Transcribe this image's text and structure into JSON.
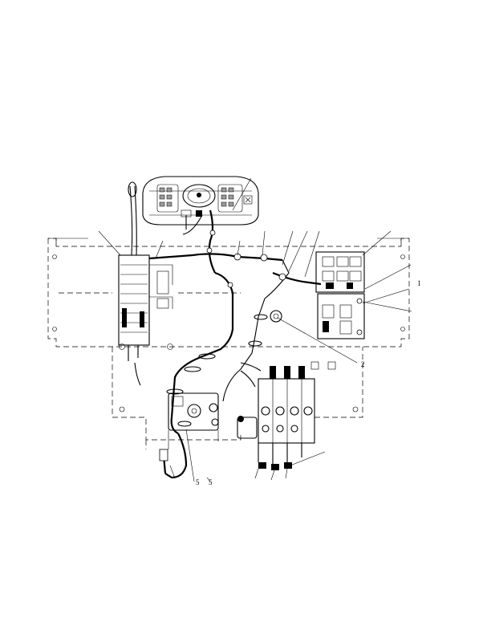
{
  "diagram": {
    "callouts": [
      {
        "id": "1",
        "text": "1"
      },
      {
        "id": "2",
        "text": "2"
      },
      {
        "id": "5a",
        "text": "5"
      },
      {
        "id": "5b",
        "text": "5"
      }
    ]
  }
}
